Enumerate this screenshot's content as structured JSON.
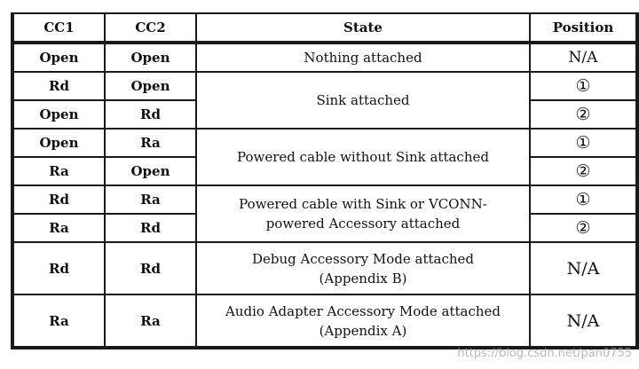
{
  "headers": {
    "cc1": "CC1",
    "cc2": "CC2",
    "state": "State",
    "position": "Position"
  },
  "rows": [
    {
      "cc1": "Open",
      "cc2": "Open",
      "position": "N/A"
    },
    {
      "cc1": "Rd",
      "cc2": "Open",
      "position": "①"
    },
    {
      "cc1": "Open",
      "cc2": "Rd",
      "position": "②"
    },
    {
      "cc1": "Open",
      "cc2": "Ra",
      "position": "①"
    },
    {
      "cc1": "Ra",
      "cc2": "Open",
      "position": "②"
    },
    {
      "cc1": "Rd",
      "cc2": "Ra",
      "position": "①"
    },
    {
      "cc1": "Ra",
      "cc2": "Rd",
      "position": "②"
    },
    {
      "cc1": "Rd",
      "cc2": "Rd",
      "position": "N/A"
    },
    {
      "cc1": "Ra",
      "cc2": "Ra",
      "position": "N/A"
    }
  ],
  "states": {
    "nothing": "Nothing attached",
    "sink": "Sink attached",
    "powered_no_sink": "Powered cable without Sink attached",
    "powered_with_sink_pre": "Powered cable with Sink or V",
    "powered_with_sink_conn": "CONN",
    "powered_with_sink_post": "-",
    "powered_with_sink_line2": "powered Accessory attached",
    "debug_line1": "Debug Accessory Mode attached",
    "debug_line2": "(Appendix B)",
    "audio_line1": "Audio Adapter Accessory Mode attached",
    "audio_line2": "(Appendix A)"
  },
  "watermark": "https://blog.csdn.net/pan0755"
}
